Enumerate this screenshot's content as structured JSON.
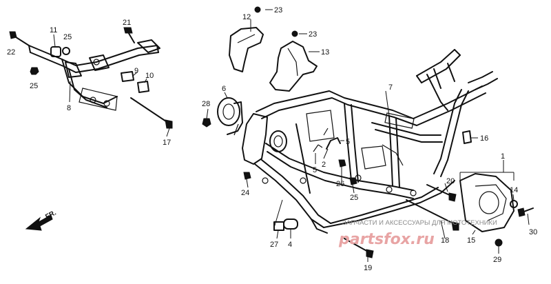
{
  "callouts": [
    {
      "id": "1",
      "text": "1"
    },
    {
      "id": "2",
      "text": "2"
    },
    {
      "id": "4",
      "text": "4"
    },
    {
      "id": "5a",
      "text": "5"
    },
    {
      "id": "5b",
      "text": "5"
    },
    {
      "id": "6",
      "text": "6"
    },
    {
      "id": "7",
      "text": "7"
    },
    {
      "id": "8",
      "text": "8"
    },
    {
      "id": "9",
      "text": "9"
    },
    {
      "id": "10",
      "text": "10"
    },
    {
      "id": "11",
      "text": "11"
    },
    {
      "id": "12",
      "text": "12"
    },
    {
      "id": "13",
      "text": "13"
    },
    {
      "id": "14",
      "text": "14"
    },
    {
      "id": "15",
      "text": "15"
    },
    {
      "id": "16",
      "text": "16"
    },
    {
      "id": "17",
      "text": "17"
    },
    {
      "id": "18",
      "text": "18"
    },
    {
      "id": "19",
      "text": "19"
    },
    {
      "id": "20",
      "text": "20"
    },
    {
      "id": "21",
      "text": "21"
    },
    {
      "id": "22",
      "text": "22"
    },
    {
      "id": "23a",
      "text": "23"
    },
    {
      "id": "23b",
      "text": "23"
    },
    {
      "id": "24",
      "text": "24"
    },
    {
      "id": "25a",
      "text": "25"
    },
    {
      "id": "25b",
      "text": "25"
    },
    {
      "id": "25c",
      "text": "25"
    },
    {
      "id": "26",
      "text": "26"
    },
    {
      "id": "27",
      "text": "27"
    },
    {
      "id": "28",
      "text": "28"
    },
    {
      "id": "29",
      "text": "29"
    },
    {
      "id": "30",
      "text": "30"
    }
  ],
  "direction_arrow": {
    "label": "FR.",
    "icon": "front-direction-arrow-icon"
  },
  "watermark": {
    "tagline": "ЗАПЧАСТИ И АКСЕССУАРЫ ДЛЯ МОТОТЕХНИКИ",
    "logo_text": "partsfox.ru",
    "logo_color": "#e8a4a4"
  }
}
